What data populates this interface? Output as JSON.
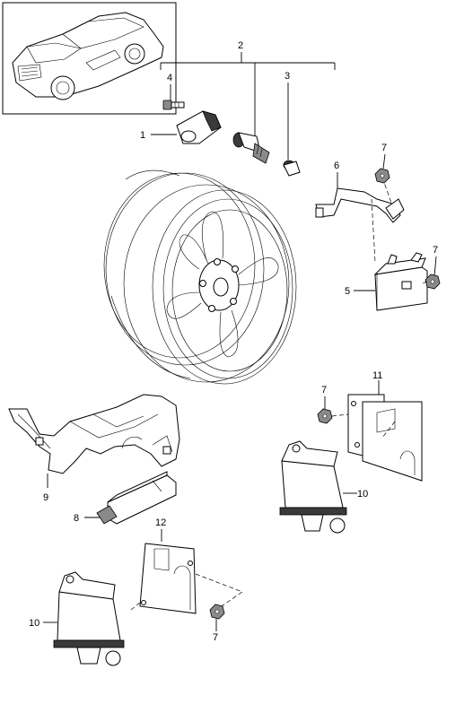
{
  "callouts": {
    "c1": "1",
    "c2": "2",
    "c3": "3",
    "c4": "4",
    "c5": "5",
    "c6": "6",
    "c7a": "7",
    "c7b": "7",
    "c7c": "7",
    "c7d": "7",
    "c8": "8",
    "c9": "9",
    "c10a": "10",
    "c10b": "10",
    "c11": "11",
    "c12": "12"
  }
}
